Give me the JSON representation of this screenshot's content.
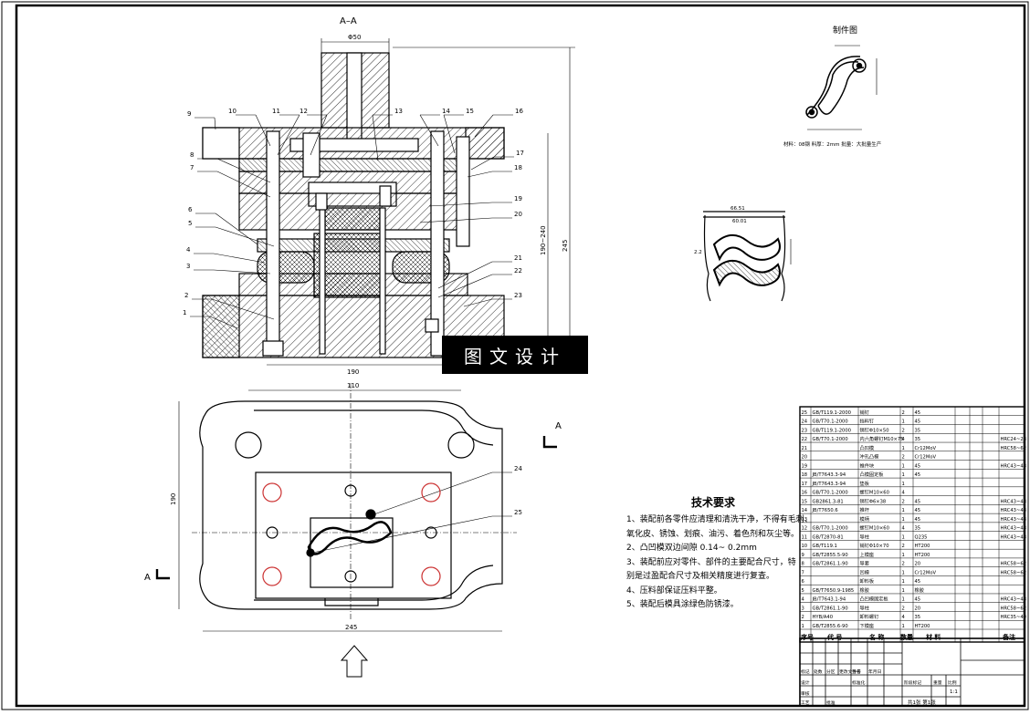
{
  "section_mark": "A–A",
  "view_arrow_label": "A",
  "dims": {
    "top_dia": "Φ50",
    "width_190": "190",
    "width_110": "110",
    "width_245": "245",
    "height_190": "190~240",
    "height_245": "245",
    "plan_height": "190"
  },
  "callouts": [
    "1",
    "2",
    "3",
    "4",
    "5",
    "6",
    "7",
    "8",
    "9",
    "10",
    "11",
    "12",
    "13",
    "14",
    "15",
    "16",
    "17",
    "18",
    "19",
    "20",
    "21",
    "22",
    "23",
    "24",
    "25"
  ],
  "part_view": {
    "title": "制件图",
    "note": "材料：08钢 料厚：2mm 批量：大批量生产"
  },
  "strip": {
    "dim1": "66.51",
    "dim2": "60.01",
    "dim3": "2.2"
  },
  "watermark": "图文设计",
  "tech_requirements": {
    "title": "技术要求",
    "lines": [
      "1、装配前各零件应清理和清洗干净，不得有毛刺、",
      "氧化皮、锈蚀、划痕、油污、着色剂和灰尘等。",
      "2、凸凹模双边间隙  0.14~ 0.2mm",
      "3、装配前应对零件、部件的主要配合尺寸，特",
      "别是过盈配合尺寸及相关精度进行复查。",
      "4、压料部保证压料平整。",
      "5、装配后模具涂绿色防锈漆。"
    ]
  },
  "bom": {
    "header": {
      "no": "序号",
      "code": "代  号",
      "name": "名  称",
      "qty": "数量",
      "material": "材  料",
      "note": "备注"
    },
    "rows": [
      {
        "no": "25",
        "code": "GB/T119.1-2000",
        "name": "销钉",
        "qty": "2",
        "mat": "45",
        "note": ""
      },
      {
        "no": "24",
        "code": "GB/T70.1-2000",
        "name": "挡料钉",
        "qty": "1",
        "mat": "45",
        "note": ""
      },
      {
        "no": "23",
        "code": "GB/T119.1-2000",
        "name": "销钉Φ10×50",
        "qty": "2",
        "mat": "35",
        "note": ""
      },
      {
        "no": "22",
        "code": "GB/T70.1-2000",
        "name": "内六角螺钉M10×75",
        "qty": "4",
        "mat": "35",
        "note": "HRC24~28"
      },
      {
        "no": "21",
        "code": "",
        "name": "凸凹模",
        "qty": "1",
        "mat": "Cr12MoV",
        "note": "HRC58~62"
      },
      {
        "no": "20",
        "code": "",
        "name": "冲孔凸模",
        "qty": "2",
        "mat": "Cr12MoV",
        "note": ""
      },
      {
        "no": "19",
        "code": "",
        "name": "推件块",
        "qty": "1",
        "mat": "45",
        "note": "HRC43~48"
      },
      {
        "no": "18",
        "code": "JB/T7643.3-94",
        "name": "凸模固定板",
        "qty": "1",
        "mat": "45",
        "note": ""
      },
      {
        "no": "17",
        "code": "JB/T7643.3-94",
        "name": "垫板",
        "qty": "1",
        "mat": "",
        "note": ""
      },
      {
        "no": "16",
        "code": "GB/T70.1-2000",
        "name": "螺钉M10×60",
        "qty": "4",
        "mat": "",
        "note": ""
      },
      {
        "no": "15",
        "code": "GB2861.3-81",
        "name": "销钉Φ6×38",
        "qty": "2",
        "mat": "45",
        "note": "HRC43~48"
      },
      {
        "no": "14",
        "code": "JB/T7650.6",
        "name": "推杆",
        "qty": "1",
        "mat": "45",
        "note": "HRC43~48"
      },
      {
        "no": "13",
        "code": "",
        "name": "模柄",
        "qty": "1",
        "mat": "45",
        "note": "HRC43~48"
      },
      {
        "no": "12",
        "code": "GB/T70.1-2000",
        "name": "螺钉M10×60",
        "qty": "4",
        "mat": "35",
        "note": "HRC43~48"
      },
      {
        "no": "11",
        "code": "GB/T2870-81",
        "name": "导柱",
        "qty": "1",
        "mat": "Q235",
        "note": "HRC43~48"
      },
      {
        "no": "10",
        "code": "GB/T119.1",
        "name": "销钉Φ10×70",
        "qty": "2",
        "mat": "HT200",
        "note": ""
      },
      {
        "no": "9",
        "code": "GB/T2855.5-90",
        "name": "上模座",
        "qty": "1",
        "mat": "HT200",
        "note": ""
      },
      {
        "no": "8",
        "code": "GB/T2861.1-90",
        "name": "导套",
        "qty": "2",
        "mat": "20",
        "note": "HRC58~62"
      },
      {
        "no": "7",
        "code": "",
        "name": "凹模",
        "qty": "1",
        "mat": "Cr12MoV",
        "note": "HRC58~62"
      },
      {
        "no": "6",
        "code": "",
        "name": "卸料板",
        "qty": "1",
        "mat": "45",
        "note": ""
      },
      {
        "no": "5",
        "code": "GB/T7650.9-1985",
        "name": "橡胶",
        "qty": "1",
        "mat": "橡胶",
        "note": ""
      },
      {
        "no": "4",
        "code": "JB/T7643.1-94",
        "name": "凸凹模固定板",
        "qty": "1",
        "mat": "45",
        "note": "HRC43~48"
      },
      {
        "no": "3",
        "code": "GB/T2861.1-90",
        "name": "导柱",
        "qty": "2",
        "mat": "20",
        "note": "HRC58~62"
      },
      {
        "no": "2",
        "code": "HYB/A40",
        "name": "卸料螺钉",
        "qty": "4",
        "mat": "35",
        "note": "HRC35~40"
      },
      {
        "no": "1",
        "code": "GB/T2855.6-90",
        "name": "下模座",
        "qty": "1",
        "mat": "HT200",
        "note": ""
      }
    ]
  },
  "title_block": {
    "labels": [
      "标记",
      "处数",
      "分区",
      "更改文件号",
      "签名",
      "年月日",
      "设计",
      "标准化",
      "审核",
      "工艺",
      "批准",
      "阶段标记",
      "重量",
      "比例"
    ],
    "scale": "1:1",
    "sheet": "共1张 第1张"
  }
}
